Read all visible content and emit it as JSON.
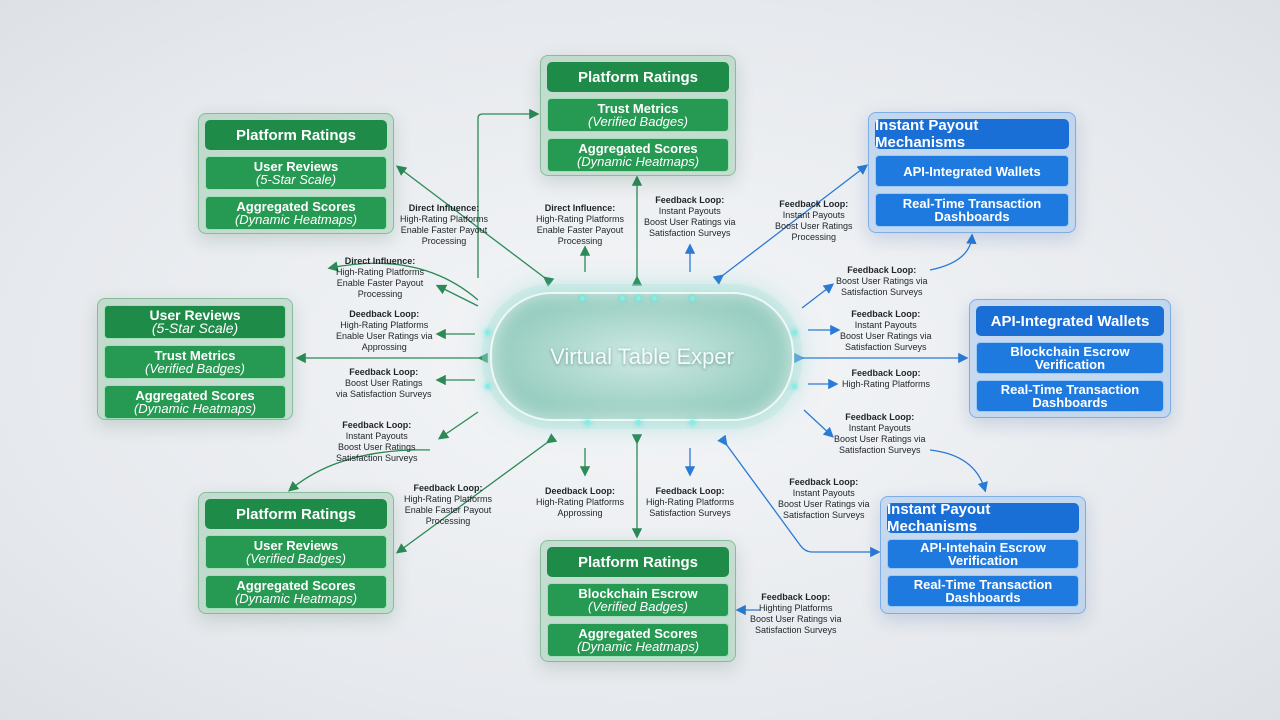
{
  "colors": {
    "green_head": "#1e8c48",
    "blue_head": "#1a6fd6",
    "green_line": "#2b8a55",
    "blue_line": "#2a7ad6",
    "hub_glow": "#46d9cf"
  },
  "hub": {
    "title": "Virtual Table Exper"
  },
  "nodes": {
    "n_top_left": {
      "title": "Platform Ratings",
      "items": [
        {
          "l1": "User Reviews",
          "l2": "(5-Star Scale)"
        },
        {
          "l1": "Aggregated Scores",
          "l2": "(Dynamic Heatmaps)"
        }
      ]
    },
    "n_top_center": {
      "title": "Platform Ratings",
      "items": [
        {
          "l1": "Trust Metrics",
          "l2": "(Verified Badges)"
        },
        {
          "l1": "Aggregated Scores",
          "l2": "(Dynamic Heatmaps)"
        }
      ]
    },
    "n_top_right": {
      "title": "Instant Payout Mechanisms",
      "items": [
        {
          "l1": "API-Integrated Wallets",
          "l2": ""
        },
        {
          "l1": "Real-Time Transaction",
          "l2": "Dashboards"
        }
      ]
    },
    "n_mid_left": {
      "title": "User Reviews",
      "title2": "(5-Star Scale)",
      "items": [
        {
          "l1": "Trust Metrics",
          "l2": "(Verified Badges)"
        },
        {
          "l1": "Aggregated Scores",
          "l2": "(Dynamic Heatmaps)"
        }
      ]
    },
    "n_mid_right": {
      "title": "API-Integrated Wallets",
      "items": [
        {
          "l1": "Blockchain Escrow",
          "l2": "Verification"
        },
        {
          "l1": "Real-Time Transaction",
          "l2": "Dashboards"
        }
      ]
    },
    "n_bot_left": {
      "title": "Platform Ratings",
      "items": [
        {
          "l1": "User Reviews",
          "l2": "(Verified Badges)"
        },
        {
          "l1": "Aggregated Scores",
          "l2": "(Dynamic Heatmaps)"
        }
      ]
    },
    "n_bot_center": {
      "title": "Platform Ratings",
      "items": [
        {
          "l1": "Blockchain Escrow",
          "l2": "(Verified Badges)"
        },
        {
          "l1": "Aggregated Scores",
          "l2": "(Dynamic Heatmaps)"
        }
      ]
    },
    "n_bot_right": {
      "title": "Instant Payout Mechanisms",
      "items": [
        {
          "l1": "API-Intehain Escrow Verification",
          "l2": ""
        },
        {
          "l1": "Real-Time Transaction",
          "l2": "Dashboards"
        }
      ]
    }
  },
  "notes": [
    {
      "h": "Direct Influence:",
      "lines": [
        "High-Rating Platforms",
        "Enable Faster Payout",
        "Processing"
      ]
    },
    {
      "h": "Direct Influence:",
      "lines": [
        "High-Rating Platforms",
        "Enable Faster Payout",
        "Processing"
      ]
    },
    {
      "h": "Feedback Loop:",
      "lines": [
        "Instant Payouts",
        "Boost User Ratings via",
        "Satisfaction Surveys"
      ]
    },
    {
      "h": "Feedback Loop:",
      "lines": [
        "Instant Payouts",
        "Boost User Ratings",
        "Processing"
      ]
    },
    {
      "h": "Direct Influence:",
      "lines": [
        "High-Rating Platforms",
        "Enable Faster Payout",
        "Processing"
      ]
    },
    {
      "h": "Deedback Loop:",
      "lines": [
        "High-Rating Platforms",
        "Enable User Ratings via",
        "Approssing"
      ]
    },
    {
      "h": "Feedback Loop:",
      "lines": [
        "Boost User Ratings",
        "via Satisfaction Surveys"
      ]
    },
    {
      "h": "Feedback Loop:",
      "lines": [
        "Instant Payouts",
        "Boost User Ratings",
        "Satisfaction Surveys"
      ]
    },
    {
      "h": "Feedback Loop:",
      "lines": [
        "Boost User Ratings via",
        "Satisfaction Surveys"
      ]
    },
    {
      "h": "Feedback Loop:",
      "lines": [
        "Instant Payouts",
        "Boost User Ratings via",
        "Satisfaction Surveys"
      ]
    },
    {
      "h": "Feedback Loop:",
      "lines": [
        "High-Rating Platforms"
      ]
    },
    {
      "h": "Feedback Loop:",
      "lines": [
        "Instant Payouts",
        "Boost User Ratings via",
        "Satisfaction Surveys"
      ]
    },
    {
      "h": "Feedback Loop:",
      "lines": [
        "High-Rating Platforms",
        "Enable Faster Payout",
        "Processing"
      ]
    },
    {
      "h": "Deedback Loop:",
      "lines": [
        "High-Rating Platforms",
        "Approssing"
      ]
    },
    {
      "h": "Feedback Loop:",
      "lines": [
        "High-Rating Platforms",
        "Satisfaction Surveys"
      ]
    },
    {
      "h": "Feedback Loop:",
      "lines": [
        "Instant Payouts",
        "Boost User Ratings via",
        "Satisfaction Surveys"
      ]
    },
    {
      "h": "Feedback Loop:",
      "lines": [
        "Highting Platforms",
        "Boost User Ratings via",
        "Satisfaction Surveys"
      ]
    }
  ]
}
